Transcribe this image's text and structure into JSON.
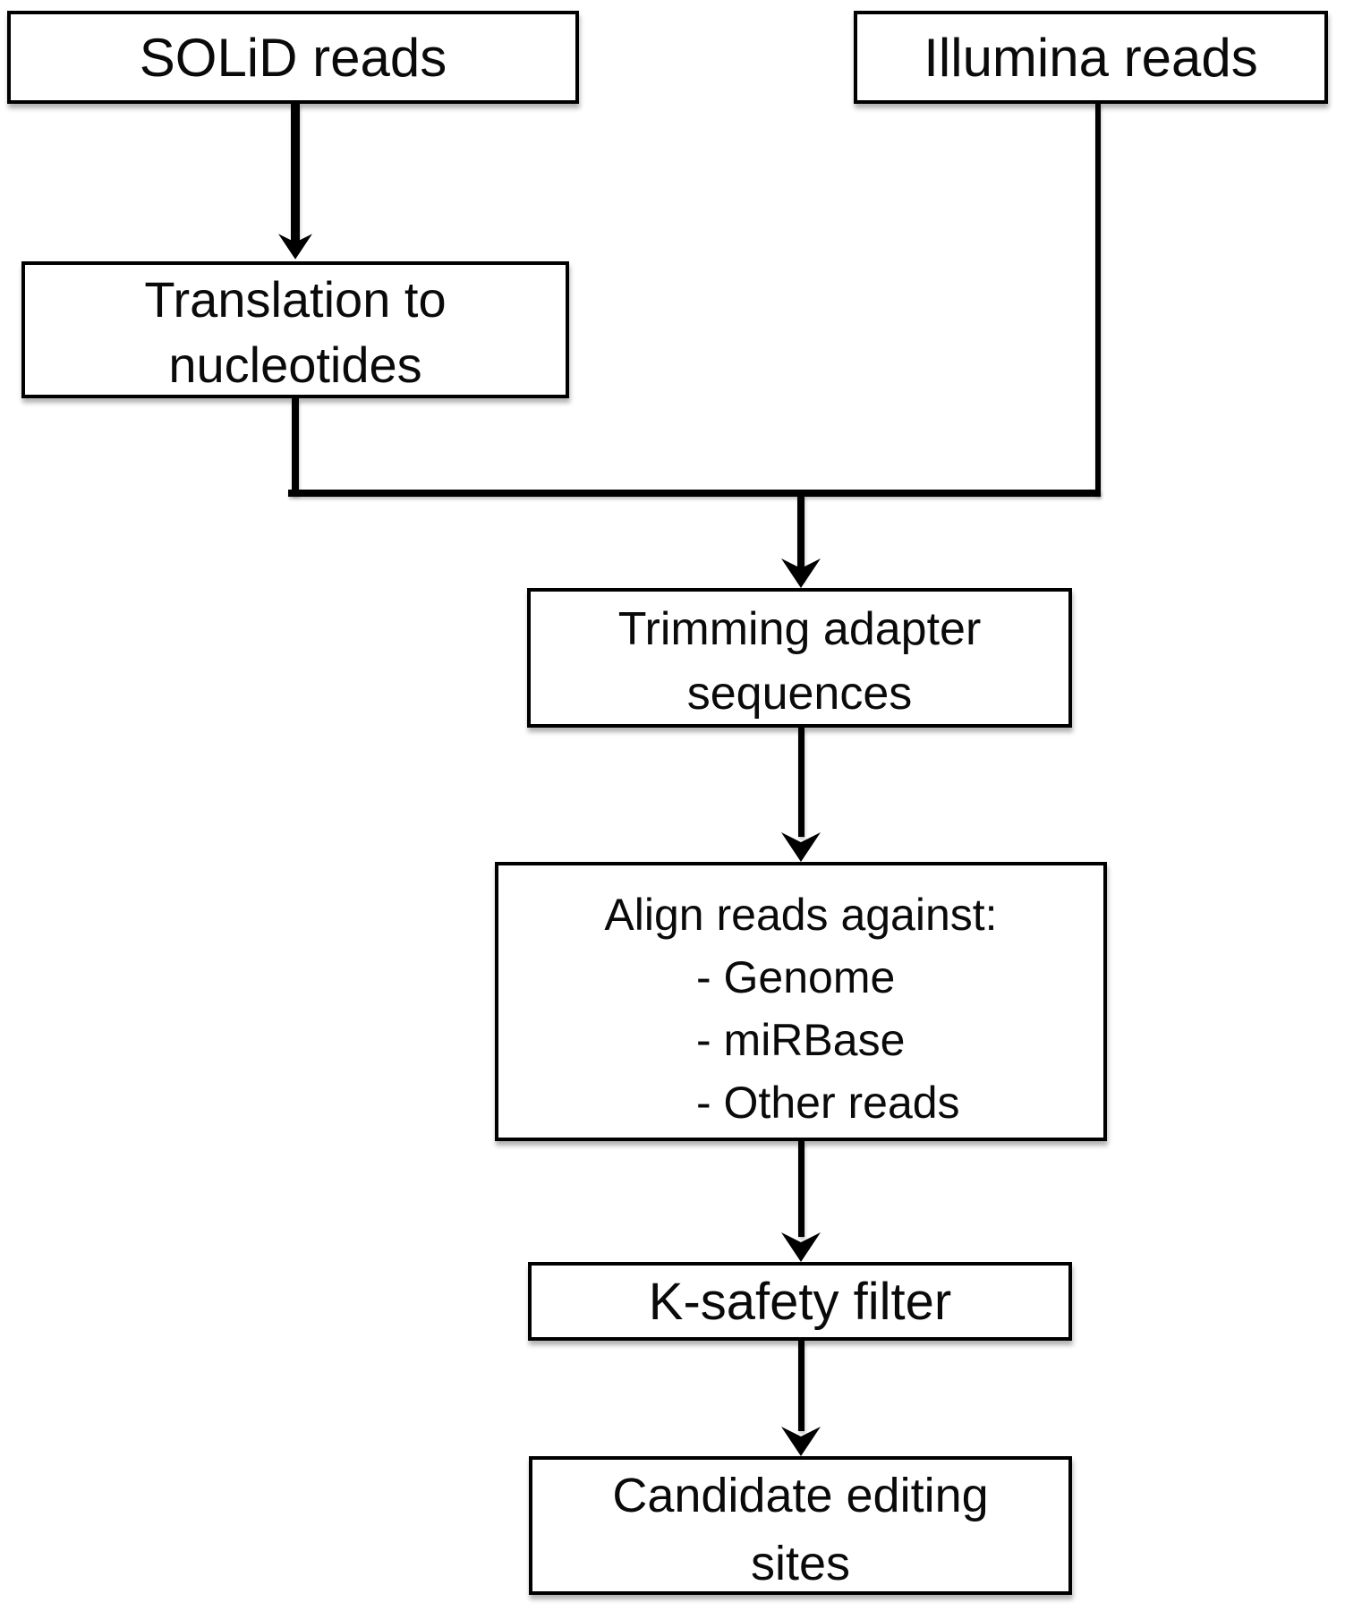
{
  "diagram": {
    "type": "flowchart",
    "description": "Sequencing read processing pipeline for detecting candidate editing sites",
    "colors": {
      "background": "#ffffff",
      "box_fill": "#ffffff",
      "box_border": "#000000",
      "connector": "#000000",
      "text": "#0a0a0a"
    },
    "edges": [
      {
        "from": "solid",
        "to": "translation",
        "arrow": true
      },
      {
        "from": "translation",
        "to": "trimming",
        "arrow": true,
        "via": "merge-junction"
      },
      {
        "from": "illumina",
        "to": "trimming",
        "arrow": true,
        "via": "merge-junction"
      },
      {
        "from": "trimming",
        "to": "align",
        "arrow": true
      },
      {
        "from": "align",
        "to": "ksafety",
        "arrow": true
      },
      {
        "from": "ksafety",
        "to": "candidate",
        "arrow": true
      }
    ]
  },
  "nodes": {
    "solid": {
      "label": "SOLiD reads"
    },
    "illumina": {
      "label": "Illumina reads"
    },
    "translation": {
      "line1": "Translation to",
      "line2": "nucleotides"
    },
    "trimming": {
      "line1": "Trimming adapter",
      "line2": "sequences"
    },
    "align": {
      "title": "Align reads against:",
      "items": [
        "- Genome",
        "- miRBase",
        "- Other reads"
      ]
    },
    "ksafety": {
      "label": "K-safety filter"
    },
    "candidate": {
      "line1": "Candidate editing",
      "line2": "sites"
    }
  }
}
